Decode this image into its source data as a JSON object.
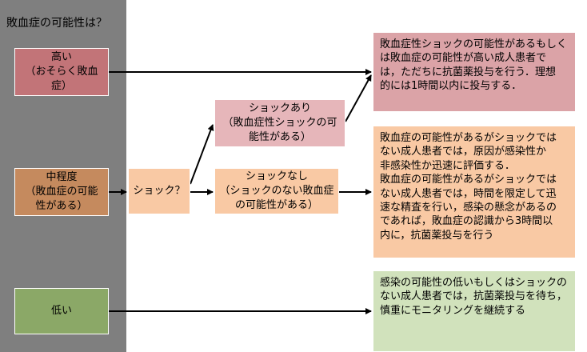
{
  "title": "敗血症の可能性は？",
  "levels": {
    "high": {
      "line1": "高い",
      "line2": "（おそらく敗血症）"
    },
    "mid": {
      "line1": "中程度",
      "line2": "（敗血症の可能",
      "line3": "性がある）"
    },
    "low": {
      "line1": "低い"
    }
  },
  "shock_question": "ショック？",
  "shock_yes": {
    "line1": "ショックあり",
    "line2": "（敗血症性ショックの可",
    "line3": "能性がある）"
  },
  "shock_no": {
    "line1": "ショックなし",
    "line2": "（ショックのない敗血症",
    "line3": "の可能性がある）"
  },
  "outcomes": {
    "high": [
      "敗血症性ショックの可能性があるもしく",
      "は敗血症の可能性が高い成人患者で",
      "は，ただちに抗菌薬投与を行う．理想",
      "的には1時間以内に投与する．"
    ],
    "mid": [
      "敗血症の可能性があるがショックでは",
      "ない成人患者では，原因が感染性か",
      "非感染性か迅速に評価する．",
      "敗血症の可能性があるがショックでは",
      "ない成人患者では，時間を限定して迅",
      "速な精査を行い，感染の懸念があるの",
      "であれば，敗血症の認識から3時間以",
      "内に，抗菌薬投与を行う"
    ],
    "low": [
      "感染の可能性の低いもしくはショックの",
      "ない成人患者では，抗菌薬投与を待ち，",
      "慎重にモニタリングを継続する"
    ]
  },
  "colors": {
    "sidebar": "#7f7f7f",
    "high": "#c27478",
    "mid": "#c58a5e",
    "low": "#8ba867",
    "shock": "#f9c9a4",
    "shock_yes": "#e6b6ba"
  }
}
